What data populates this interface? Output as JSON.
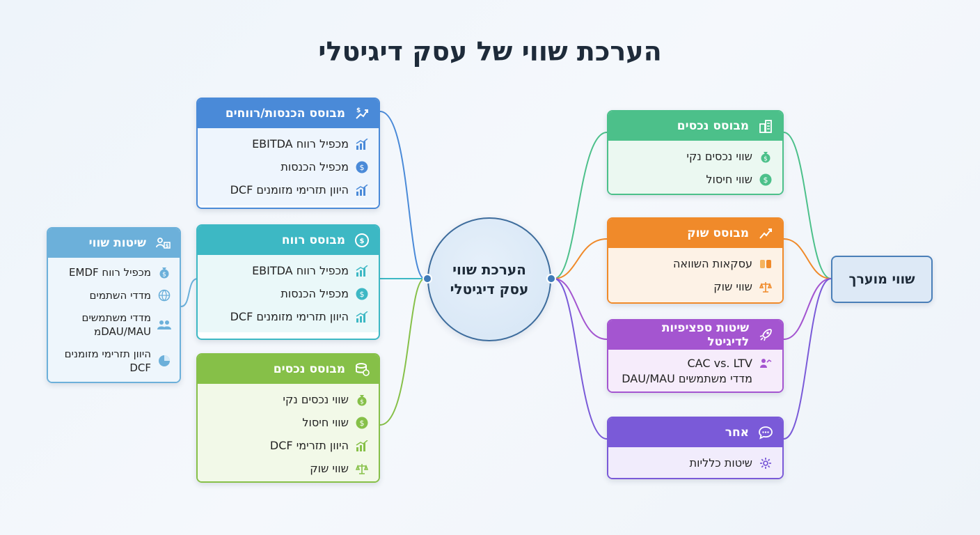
{
  "title": "הערכת שווי של עסק דיגיטלי",
  "center": {
    "label": "הערכת שווי עסק דיגיטלי"
  },
  "result": {
    "label": "שווי מוערך"
  },
  "colors": {
    "blue": "#4a8ad8",
    "teal": "#3db8c4",
    "green": "#86c048",
    "sky": "#6cb0da",
    "emerald": "#4cc08a",
    "orange": "#f08a2a",
    "purple": "#a455d0",
    "violet": "#7a5ad8",
    "connector": "#3f7ab8"
  },
  "left_cards": {
    "revenue": {
      "header": "מבוסס הכנסות/רווחים",
      "icon": "dollar-growth-icon",
      "items": [
        {
          "text": "מכפיל רווח EBITDA",
          "icon": "bar-chart-icon"
        },
        {
          "text": "מכפיל הכנסות",
          "icon": "dollar-coin-icon"
        },
        {
          "text": "היוון תזרימי מזומנים DCF",
          "icon": "bar-chart-icon"
        }
      ]
    },
    "profit": {
      "header": "מבוסס רווח",
      "icon": "coins-cycle-icon",
      "items": [
        {
          "text": "מכפיל רווח EBITDA",
          "icon": "bar-chart-icon"
        },
        {
          "text": "מכפיל הכנסות",
          "icon": "dollar-coin-icon"
        },
        {
          "text": "היוון תזרימי מזומנים DCF",
          "icon": "bar-chart-icon"
        }
      ]
    },
    "assets": {
      "header": "מבוסס נכסים",
      "icon": "coin-stack-icon",
      "items": [
        {
          "text": "שווי נכסים נקי",
          "icon": "money-bag-icon"
        },
        {
          "text": "שווי חיסול",
          "icon": "dollar-coin-icon"
        },
        {
          "text": "היוון תזרימי DCF",
          "icon": "bar-chart-icon"
        },
        {
          "text": "שווי שוק",
          "icon": "scale-icon"
        }
      ]
    },
    "methods": {
      "header": "שיטות שווי",
      "icon": "people-money-icon",
      "items": [
        {
          "text": "מכפיל רווח EMDF",
          "icon": "money-bag-icon"
        },
        {
          "text": "מדדי השתמים",
          "icon": "globe-icon"
        },
        {
          "text": "מדדי משתמשים DAU/MAUמ",
          "icon": "users-icon"
        },
        {
          "text": "היוון תזרימי מזומנים DCF",
          "icon": "pie-chart-icon"
        }
      ]
    }
  },
  "right_cards": {
    "assets": {
      "header": "מבוסס נכסים",
      "icon": "buildings-icon",
      "items": [
        {
          "text": "שווי נכסים נקי",
          "icon": "money-bag-icon"
        },
        {
          "text": "שווי חיסול",
          "icon": "dollar-coin-icon"
        }
      ]
    },
    "market": {
      "header": "מבוסס שוק",
      "icon": "market-growth-icon",
      "items": [
        {
          "text": "עסקאות השוואה",
          "icon": "compare-icon"
        },
        {
          "text": "שווי שוק",
          "icon": "scale-icon"
        }
      ]
    },
    "digital": {
      "header": "שיטות ספציפיות לדיגיטל",
      "icon": "rocket-icon",
      "items": [
        {
          "text": "CAC vs. LTV",
          "icon": "user-stats-icon"
        },
        {
          "text": "מדדי משתמשים DAU/MAU",
          "icon": ""
        }
      ]
    },
    "other": {
      "header": "אחר",
      "icon": "chat-bubble-icon",
      "items": [
        {
          "text": "שיטות כלליות",
          "icon": "gear-icon"
        }
      ]
    }
  }
}
